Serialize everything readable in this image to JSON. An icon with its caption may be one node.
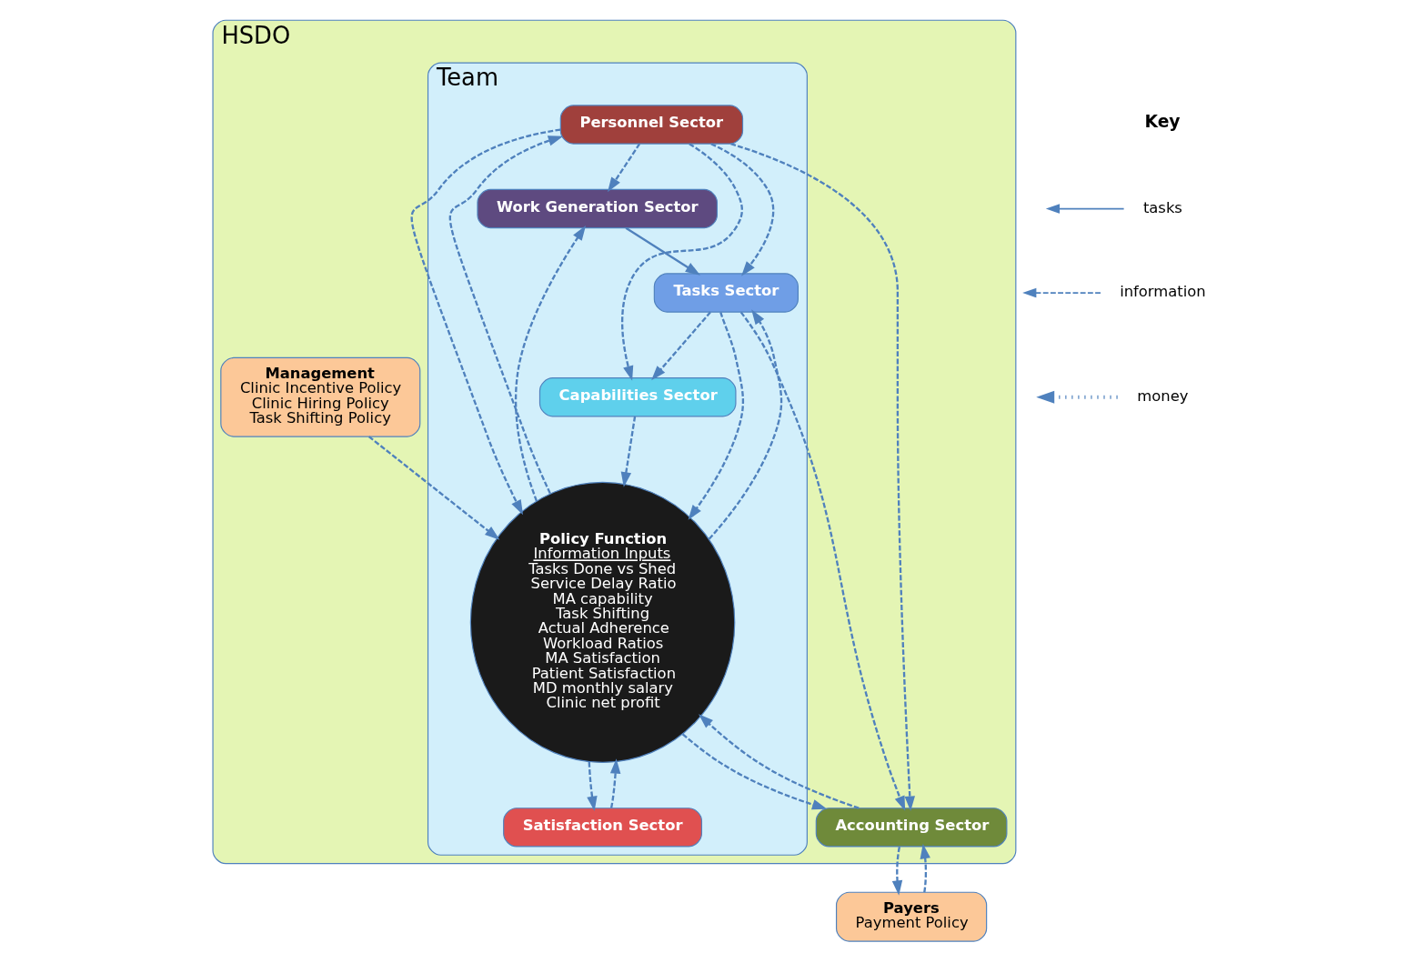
{
  "diagram": {
    "nodes": [
      {
        "text": [
          "HSDO"
        ]
      },
      {
        "text": [
          "Team"
        ],
        "in": 0
      },
      {
        "text": [
          "Personnel Sector"
        ],
        "in": 1
      },
      {
        "text": [
          "Work Generation Sector"
        ],
        "in": 1
      },
      {
        "text": [
          "Policy Function",
          "Information Inputs",
          "Tasks Done vs Shed",
          "Service Delay Ratio",
          "MA capability",
          "Task Shifting",
          "Actual Adherence",
          "Workload Ratios",
          "MA Satisfaction",
          "Patient Satisfaction",
          "MD monthly salary",
          "Clinic net profit"
        ],
        "in": 1
      },
      {
        "text": [
          "Capabilities Sector"
        ],
        "in": 1
      },
      {
        "text": [
          "Tasks Sector"
        ],
        "in": 1
      },
      {
        "text": [
          "Satisfaction Sector"
        ],
        "in": 1
      },
      {
        "text": [
          "Accounting Sector"
        ],
        "in": 0
      },
      {
        "text": [
          "Management",
          "Clinic Incentive Policy",
          "Clinic Hiring Policy",
          "Task Shifting Policy"
        ],
        "in": 0
      },
      {
        "text": [
          "Payers",
          "Payment Policy"
        ]
      }
    ],
    "edges": [
      {
        "from": 2,
        "to": 8,
        "arrow": "to",
        "style": "dashed"
      },
      {
        "from": 2,
        "to": 6,
        "arrow": "to",
        "style": "dashed"
      },
      {
        "from": 2,
        "to": 3,
        "arrow": "to",
        "style": "dashed"
      },
      {
        "from": 2,
        "to": 5,
        "arrow": "to",
        "style": "dashed"
      },
      {
        "from": 4,
        "to": 2,
        "arrow": "to",
        "style": "dashed"
      },
      {
        "from": 2,
        "to": 4,
        "arrow": "to",
        "style": "dashed"
      },
      {
        "from": 4,
        "to": 3,
        "arrow": "to",
        "style": "dashed"
      },
      {
        "from": 5,
        "to": 4,
        "arrow": "to",
        "style": "dashed"
      },
      {
        "from": 6,
        "to": 5,
        "arrow": "to",
        "style": "dashed"
      },
      {
        "from": 3,
        "to": 6,
        "arrow": "to"
      },
      {
        "from": 6,
        "to": 4,
        "arrow": "to",
        "style": "dashed"
      },
      {
        "from": 4,
        "to": 6,
        "arrow": "to",
        "style": "dashed"
      },
      {
        "from": 7,
        "to": 4,
        "arrow": "to",
        "style": "dashed"
      },
      {
        "from": 4,
        "to": 7,
        "arrow": "to",
        "style": "dashed"
      },
      {
        "from": 8,
        "to": 4,
        "arrow": "to",
        "style": "dashed"
      },
      {
        "from": 4,
        "to": 8,
        "arrow": "to",
        "style": "dashed"
      },
      {
        "from": 6,
        "to": 8,
        "arrow": "to",
        "style": "dashed"
      },
      {
        "from": 9,
        "to": 4,
        "arrow": "to",
        "style": "dashed"
      },
      {
        "from": 8,
        "to": 10,
        "arrow": "to",
        "style": "dashed"
      },
      {
        "from": 10,
        "to": 8,
        "arrow": "to",
        "style": "dashed"
      }
    ],
    "labels": [
      "Key"
    ],
    "legend": [
      {
        "text": "tasks"
      },
      {
        "text": "information"
      },
      {
        "text": "money"
      }
    ]
  }
}
